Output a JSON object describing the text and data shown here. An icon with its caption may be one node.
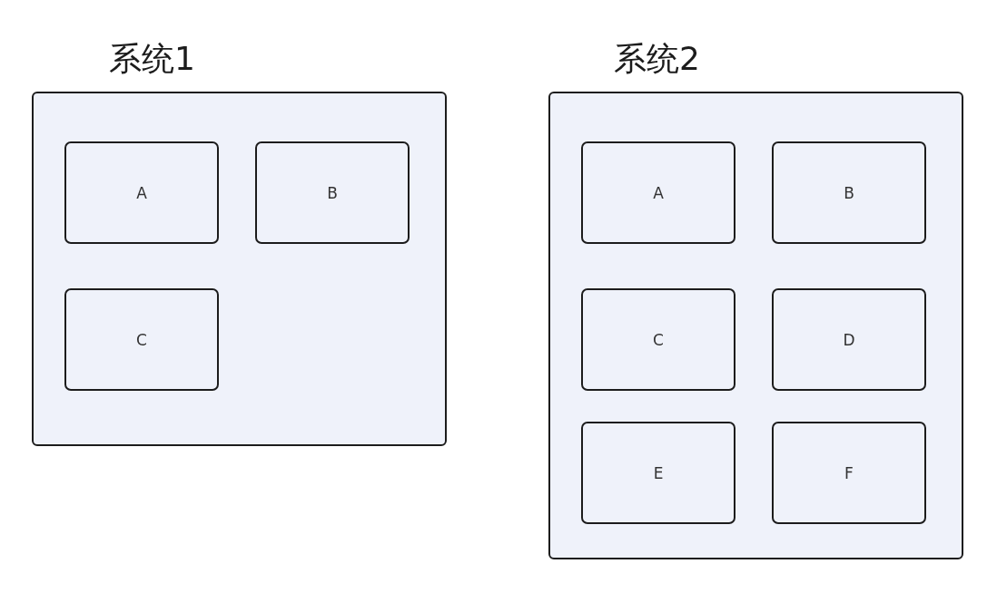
{
  "diagram": {
    "nodes": [
      {
        "text": [
          "系统1"
        ]
      },
      {
        "text": [
          "A"
        ],
        "in": 0
      },
      {
        "text": [
          "B"
        ],
        "in": 0
      },
      {
        "text": [
          "C"
        ],
        "in": 0
      },
      {
        "text": [
          "系统2"
        ]
      },
      {
        "text": [
          "A"
        ],
        "in": 4
      },
      {
        "text": [
          "B"
        ],
        "in": 4
      },
      {
        "text": [
          "C"
        ],
        "in": 4
      },
      {
        "text": [
          "D"
        ],
        "in": 4
      },
      {
        "text": [
          "E"
        ],
        "in": 4
      },
      {
        "text": [
          "F"
        ],
        "in": 4
      }
    ]
  }
}
